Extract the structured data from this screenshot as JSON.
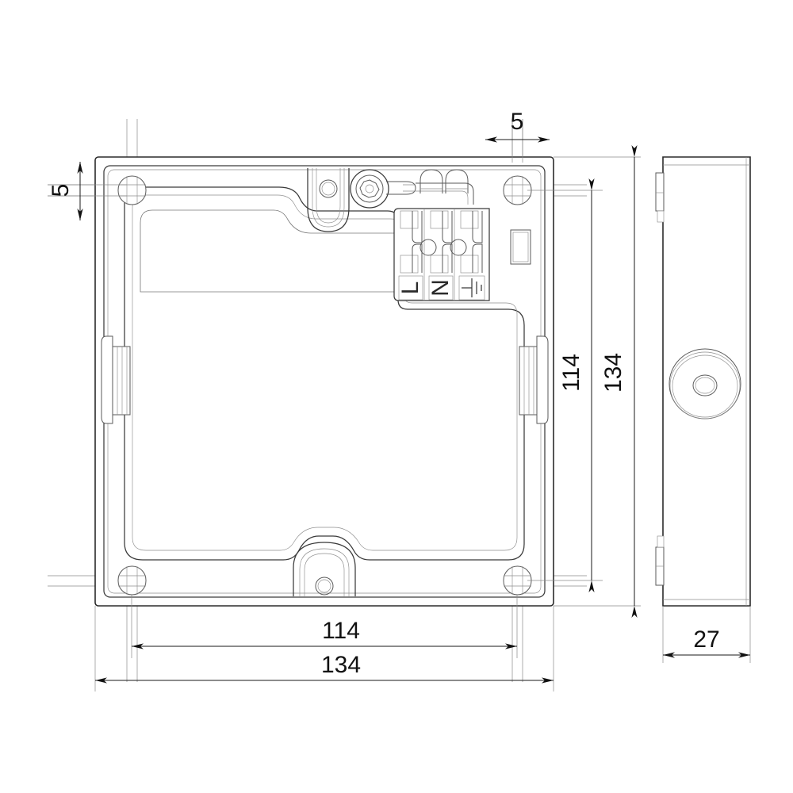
{
  "drawing": {
    "title": "Junction box — front view and side view technical drawing",
    "units": "mm",
    "line_color": "#333333",
    "dim_color": "#111111",
    "background": "#ffffff"
  },
  "dimensions": {
    "front_width_outer": "134",
    "front_width_inner": "114",
    "front_height_outer": "134",
    "front_height_inner": "114",
    "top_offset": "5",
    "left_offset": "5",
    "side_depth": "27"
  },
  "terminal_block": {
    "label_line": "L",
    "label_neutral": "N",
    "label_earth": "earth-symbol",
    "poles": "3"
  },
  "views": {
    "front": "front-view",
    "side": "side-view"
  },
  "features": {
    "corner_holes": "4",
    "side_latches": "2",
    "cable_entry": "grommet-knockout",
    "screw_boss": "torx-screw"
  }
}
